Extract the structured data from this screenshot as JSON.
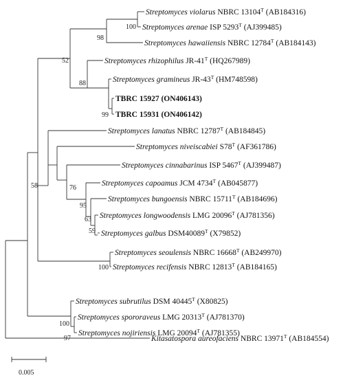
{
  "taxa": [
    {
      "id": "t1",
      "species": "Streptomyces violarus",
      "strain": "NBRC 13104",
      "type_strain": true,
      "accession": "(AB184316)",
      "bold": false
    },
    {
      "id": "t2",
      "species": "Streptomyces arenae",
      "strain": "ISP 5293",
      "type_strain": true,
      "accession": "(AJ399485)",
      "bold": false
    },
    {
      "id": "t3",
      "species": "Streptomyces hawaiiensis",
      "strain": "NBRC 12784",
      "type_strain": true,
      "accession": "(AB184143)",
      "bold": false
    },
    {
      "id": "t4",
      "species": "Streptomyces rhizophilus",
      "strain": "JR-41",
      "type_strain": true,
      "accession": "(HQ267989)",
      "bold": false
    },
    {
      "id": "t5",
      "species": "Streptomyces gramineus",
      "strain": "JR-43",
      "type_strain": true,
      "accession": "(HM748598)",
      "bold": false
    },
    {
      "id": "t6",
      "species": "",
      "strain": "TBRC 15927",
      "type_strain": false,
      "accession": "(ON406143)",
      "bold": true
    },
    {
      "id": "t7",
      "species": "",
      "strain": "TBRC 15931",
      "type_strain": false,
      "accession": "(ON406142)",
      "bold": true
    },
    {
      "id": "t8",
      "species": "Streptomyces lanatus",
      "strain": "NBRC 12787",
      "type_strain": true,
      "accession": "(AB184845)",
      "bold": false
    },
    {
      "id": "t9",
      "species": "Streptomyces niveiscabiei",
      "strain": "S78",
      "type_strain": true,
      "accession": "(AF361786)",
      "bold": false
    },
    {
      "id": "t10",
      "species": "Streptomyces cinnabarinus",
      "strain": "ISP 5467",
      "type_strain": true,
      "accession": "(AJ399487)",
      "bold": false
    },
    {
      "id": "t11",
      "species": "Streptomyces capoamus",
      "strain": "JCM 4734",
      "type_strain": true,
      "accession": "(AB045877)",
      "bold": false
    },
    {
      "id": "t12",
      "species": "Streptomyces bungoensis",
      "strain": "NBRC 15711",
      "type_strain": true,
      "accession": "(AB184696)",
      "bold": false
    },
    {
      "id": "t13",
      "species": "Streptomyces longwoodensis",
      "strain": "LMG 20096",
      "type_strain": true,
      "accession": "(AJ781356)",
      "bold": false
    },
    {
      "id": "t14",
      "species": "Streptomyces galbus",
      "strain": "DSM40089",
      "type_strain": true,
      "accession": "(X79852)",
      "bold": false
    },
    {
      "id": "t15",
      "species": "Streptomyces seoulensis",
      "strain": "NBRC 16668",
      "type_strain": true,
      "accession": "(AB249970)",
      "bold": false
    },
    {
      "id": "t16",
      "species": "Streptomyces recifensis",
      "strain": "NBRC 12813",
      "type_strain": true,
      "accession": "(AB184165)",
      "bold": false
    },
    {
      "id": "t17",
      "species": "Streptomyces subrutilus",
      "strain": "DSM 40445",
      "type_strain": true,
      "accession": "(X80825)",
      "bold": false
    },
    {
      "id": "t18",
      "species": "Streptomyces spororaveus",
      "strain": "LMG 20313",
      "type_strain": true,
      "accession": "(AJ781370)",
      "bold": false
    },
    {
      "id": "t19",
      "species": "Streptomyces nojiriensis",
      "strain": "LMG 20094",
      "type_strain": true,
      "accession": "(AJ781355)",
      "bold": false
    },
    {
      "id": "t20",
      "species": "Kitasatospora aureofaciens",
      "strain": "NBRC 13971",
      "type_strain": true,
      "accession": "(AB184554)",
      "bold": false
    }
  ],
  "type_strain_mark": "T",
  "bootstrap": [
    {
      "node": "n_violarus_arenae",
      "value": "100"
    },
    {
      "node": "n_hawaiiensis",
      "value": "98"
    },
    {
      "node": "n_top",
      "value": "52"
    },
    {
      "node": "n_gramineus_group",
      "value": "88"
    },
    {
      "node": "n_tbrc",
      "value": "99"
    },
    {
      "node": "n_capoamus_group",
      "value": "76"
    },
    {
      "node": "n_bungoensis_group",
      "value": "95"
    },
    {
      "node": "n_longwoodensis_group",
      "value": "63"
    },
    {
      "node": "n_galbus",
      "value": "59"
    },
    {
      "node": "n_main",
      "value": "58"
    },
    {
      "node": "n_seoulensis",
      "value": "100"
    },
    {
      "node": "n_subrutilus_group",
      "value": "100"
    },
    {
      "node": "n_spororaveus",
      "value": "97"
    }
  ],
  "scale_bar": {
    "label": "0.005",
    "length_substitutions": 0.005
  }
}
